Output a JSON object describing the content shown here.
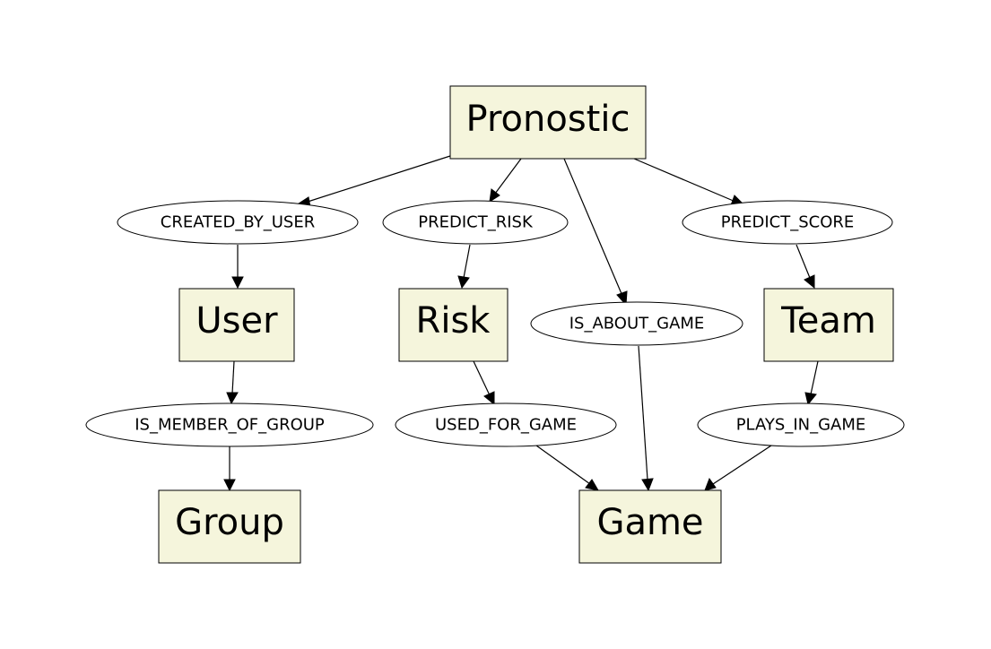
{
  "nodes": {
    "pronostic": "Pronostic",
    "user": "User",
    "risk": "Risk",
    "team": "Team",
    "group": "Group",
    "game": "Game"
  },
  "relationships": {
    "created_by_user": "CREATED_BY_USER",
    "predict_risk": "PREDICT_RISK",
    "predict_score": "PREDICT_SCORE",
    "is_about_game": "IS_ABOUT_GAME",
    "is_member_of_group": "IS_MEMBER_OF_GROUP",
    "used_for_game": "USED_FOR_GAME",
    "plays_in_game": "PLAYS_IN_GAME"
  },
  "colors": {
    "node_fill": "#f5f5dc",
    "stroke": "#000000"
  }
}
